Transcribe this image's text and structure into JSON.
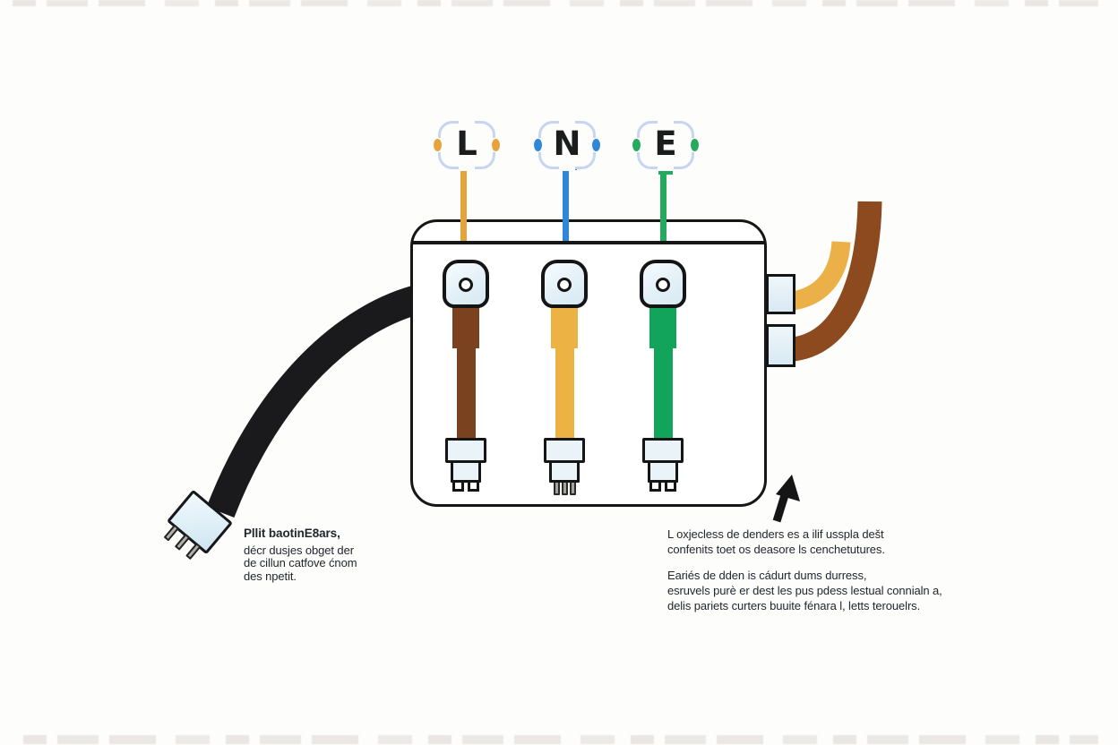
{
  "diagram_title": "plug-wiring-diagram",
  "terminals": [
    {
      "label": "L",
      "lead_color": "#e6a33b",
      "wire_color": "#7a421f"
    },
    {
      "label": "N",
      "lead_color": "#2f87da",
      "wire_color": "#ecb243"
    },
    {
      "label": "E",
      "lead_color": "#25a95c",
      "wire_color": "#12a45b"
    }
  ],
  "junction_box": {
    "outline_color": "#161616",
    "fill_color": "#ffffff"
  },
  "right_wires": [
    {
      "name": "yellow-curved-wire",
      "color": "#ebb148"
    },
    {
      "name": "brown-curved-wire",
      "color": "#8c4a1e"
    }
  ],
  "cable": {
    "name": "black-mains-cable",
    "color": "#1a1a1c"
  },
  "icons": {
    "annotation_arrow": "up-arrow"
  },
  "captions": {
    "left": {
      "title": "Pllit baotinE8ars,",
      "lines": [
        "décr dusjes obget der",
        "de cillun catfove ćnom",
        "des npetit."
      ]
    },
    "right": {
      "para1": [
        "L oxjecless de denders es a ilif usspla dešt",
        "confenits toet os deasore ls cenchetutures."
      ],
      "para2": [
        "Eariés de dden is cádurt dums durress,",
        "esruvels purè er dest les pus pdess lestual connialn a,",
        "delis pariets curters buuite fénara l, letts terouelrs."
      ]
    }
  }
}
